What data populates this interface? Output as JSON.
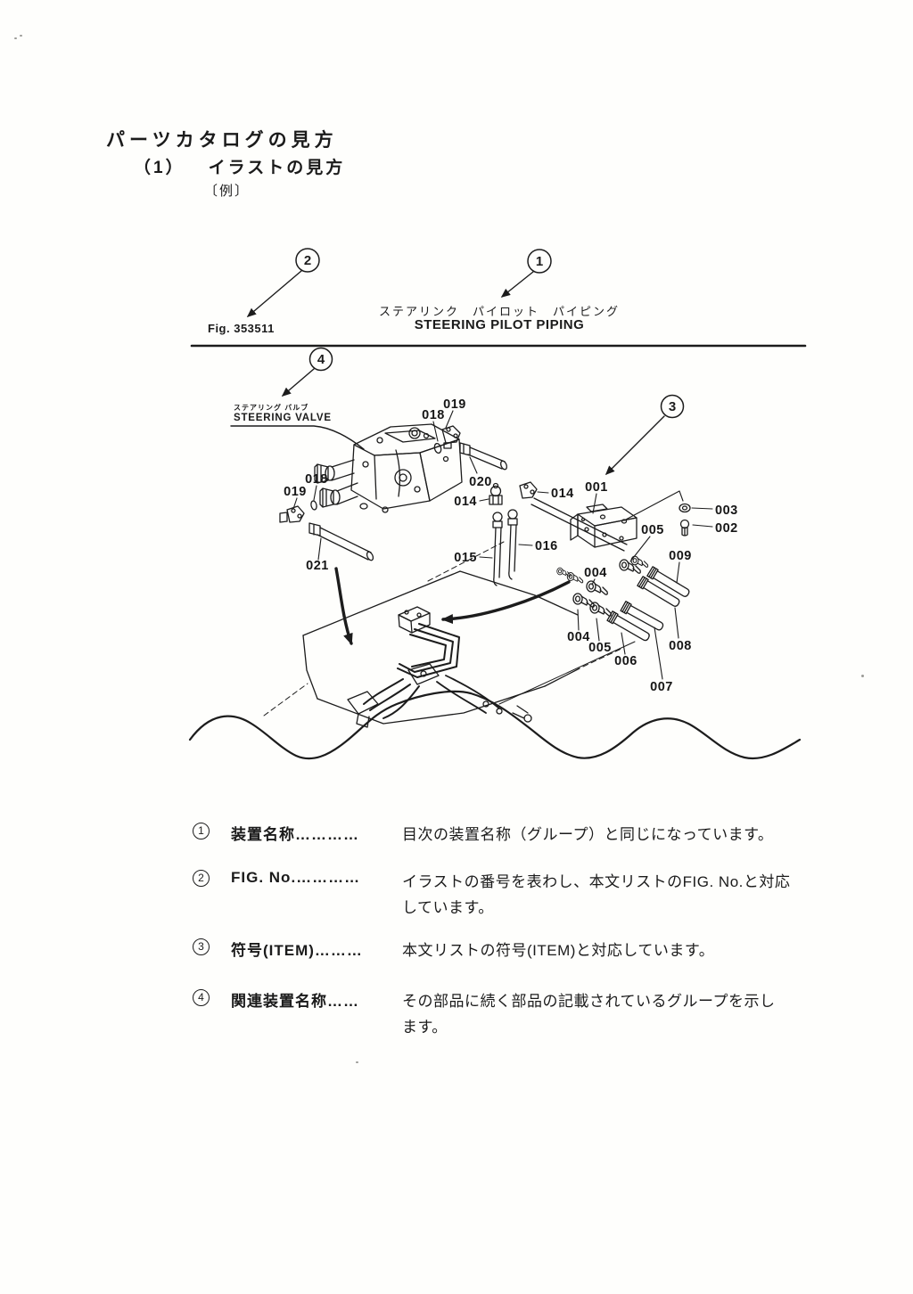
{
  "page": {
    "title": "パーツカタログの見方",
    "subtitle_num": "（1）",
    "subtitle": "イラストの見方",
    "example": "〔例〕"
  },
  "figure": {
    "fig_no": "Fig. 353511",
    "title_jp": "ステアリンク　パイロット　パイピング",
    "title_en": "STEERING PILOT PIPING",
    "valve_label_jp": "ステアリング バルブ",
    "valve_label_en": "STEERING VALVE",
    "callouts": [
      {
        "num": "1"
      },
      {
        "num": "2"
      },
      {
        "num": "3"
      },
      {
        "num": "4"
      }
    ],
    "part_labels": [
      {
        "text": "019"
      },
      {
        "text": "018"
      },
      {
        "text": "020"
      },
      {
        "text": "014"
      },
      {
        "text": "014"
      },
      {
        "text": "016"
      },
      {
        "text": "015"
      },
      {
        "text": "018"
      },
      {
        "text": "019"
      },
      {
        "text": "021"
      },
      {
        "text": "001"
      },
      {
        "text": "003"
      },
      {
        "text": "002"
      },
      {
        "text": "005"
      },
      {
        "text": "009"
      },
      {
        "text": "004"
      },
      {
        "text": "004"
      },
      {
        "text": "005"
      },
      {
        "text": "006"
      },
      {
        "text": "007"
      },
      {
        "text": "008"
      }
    ]
  },
  "legend": {
    "items": [
      {
        "num": "1",
        "term": "装置名称…………",
        "desc_lines": [
          "目次の装置名称（グループ）と同じになっています。"
        ]
      },
      {
        "num": "2",
        "term": "FIG.  No.…………",
        "desc_lines": [
          "イラストの番号を表わし、本文リストのFIG. No.と対応",
          "しています。"
        ]
      },
      {
        "num": "3",
        "term": "符号(ITEM)………",
        "desc_lines": [
          "本文リストの符号(ITEM)と対応しています。"
        ]
      },
      {
        "num": "4",
        "term": "関連装置名称……",
        "desc_lines": [
          "その部品に続く部品の記載されているグループを示し",
          "ます。"
        ]
      }
    ]
  }
}
